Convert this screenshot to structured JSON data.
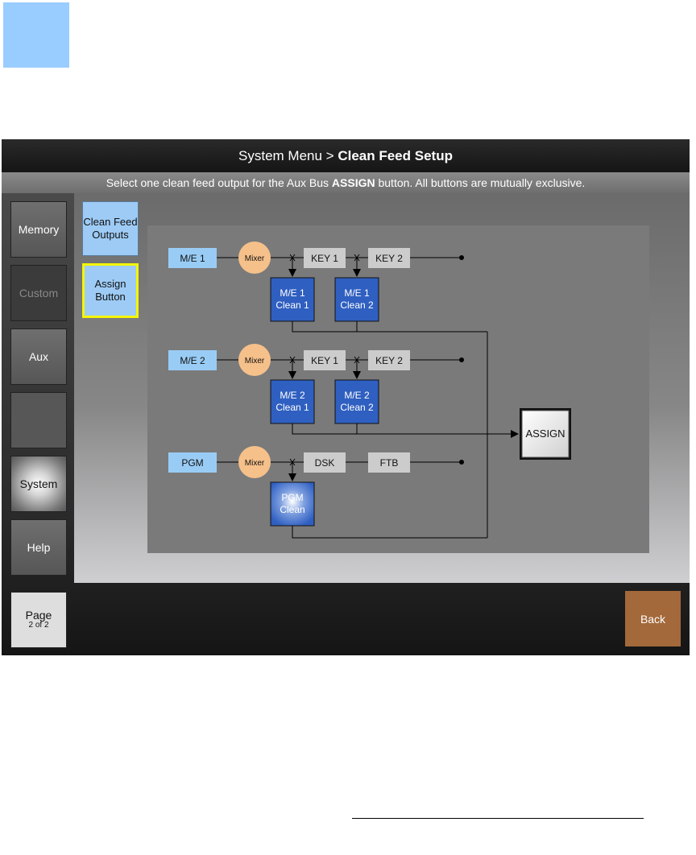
{
  "title": {
    "prefix": "System Menu > ",
    "section": "Clean Feed Setup"
  },
  "instruction": {
    "before": "Select one clean feed output for the Aux Bus ",
    "bold": "ASSIGN",
    "after": " button.  All buttons are mutually exclusive."
  },
  "sidebar": {
    "memory": "Memory",
    "custom": "Custom",
    "aux": "Aux",
    "system": "System",
    "help": "Help",
    "page_label": "Page",
    "page_sub": "2 of 2"
  },
  "tabs": {
    "clean_feed_outputs": "Clean Feed Outputs",
    "assign_button": "Assign Button"
  },
  "back": "Back",
  "diagram": {
    "rows": [
      {
        "source": "M/E 1",
        "mixer": "Mixer",
        "stage1": "KEY 1",
        "stage2": "KEY 2",
        "clean1": [
          "M/E 1",
          "Clean 1"
        ],
        "clean2": [
          "M/E 1",
          "Clean 2"
        ]
      },
      {
        "source": "M/E 2",
        "mixer": "Mixer",
        "stage1": "KEY 1",
        "stage2": "KEY 2",
        "clean1": [
          "M/E 2",
          "Clean 1"
        ],
        "clean2": [
          "M/E 2",
          "Clean 2"
        ]
      },
      {
        "source": "PGM",
        "mixer": "Mixer",
        "stage1": "DSK",
        "stage2": "FTB",
        "clean1": [
          "PGM",
          "Clean"
        ]
      }
    ],
    "assign": "ASSIGN"
  },
  "colors": {
    "source_box": "#99ccf5",
    "mixer": "#f5c08a",
    "key_box": "#cccccc",
    "clean_box": "#2f5fc0",
    "back_button": "#a3693b",
    "selected_outline": "#f5f500"
  }
}
